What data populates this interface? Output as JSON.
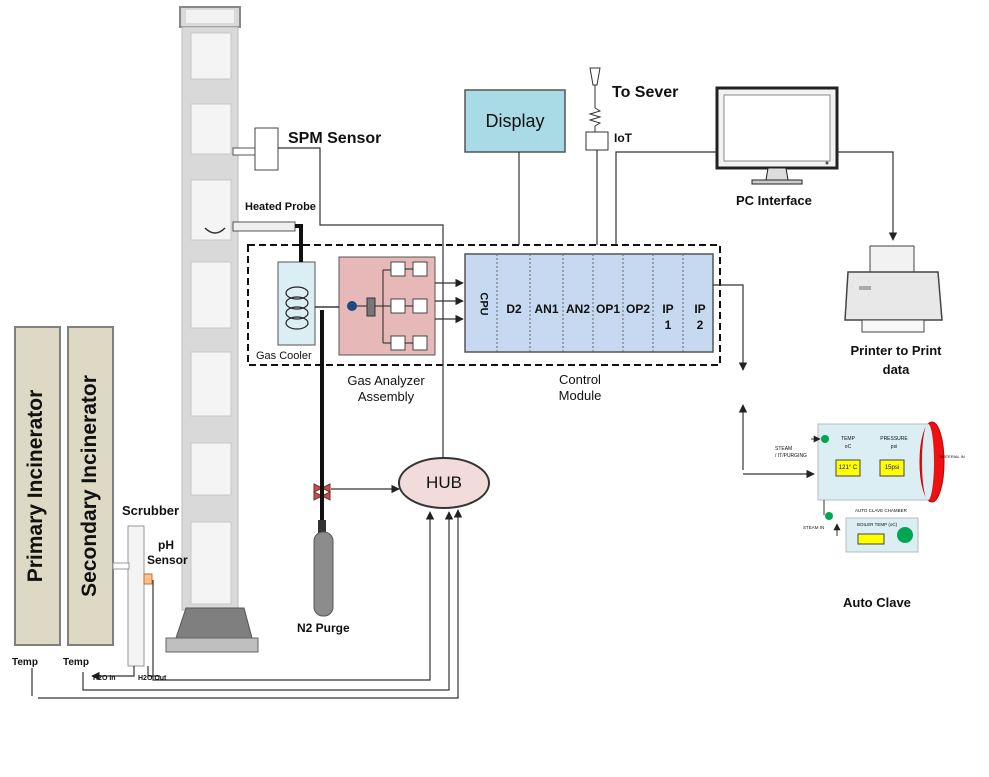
{
  "labels": {
    "spm_sensor": "SPM Sensor",
    "heated_probe": "Heated Probe",
    "display": "Display",
    "to_sever": "To Sever",
    "iot": "IoT",
    "pc_interface": "PC Interface",
    "printer_line1": "Printer to Print",
    "printer_line2": "data",
    "gas_cooler": "Gas  Cooler",
    "gas_analyzer_line1": "Gas Analyzer",
    "gas_analyzer_line2": "Assembly",
    "control_module_line1": "Control",
    "control_module_line2": "Module",
    "hub": "HUB",
    "n2_purge": "N2 Purge",
    "scrubber": "Scrubber",
    "ph_line1": "pH",
    "ph_line2": "Sensor",
    "primary_incinerator": "Primary Incinerator",
    "secondary_incinerator": "Secondary Incinerator",
    "temp_primary": "Temp",
    "temp_secondary": "Temp",
    "h2o_in": "H2O In",
    "h2o_out": "H2O Out",
    "auto_clave": "Auto Clave"
  },
  "control_module": {
    "cpu": "CPU",
    "channels": [
      "D2",
      "AN1",
      "AN2",
      "OP1",
      "OP2"
    ],
    "ip1": [
      "IP",
      "1"
    ],
    "ip2": [
      "IP",
      "2"
    ]
  },
  "autoclave": {
    "steam_purging_line1": "STEAM",
    "steam_purging_line2": "/ IT/PURGING",
    "temp_label_line1": "TEMP",
    "temp_label_line2": "oC",
    "pressure_label_line1": "PRESSURE",
    "pressure_label_line2": "psi",
    "temp_value": "121° C",
    "pressure_value": "15psi",
    "material_in": "MATERIAL IN",
    "chamber": "AUTO CLAVE CHAMBER",
    "steam_in": "STEAM IN",
    "boiler_temp": "BOILER TEMP (oC)"
  },
  "colors": {
    "display_fill": "#a9dbe6",
    "control_fill": "#c6d9f1",
    "analyzer_fill": "#e6b9b8",
    "incinerator_fill": "#ddd9c4",
    "autoclave_fill": "#dbeef4",
    "readout_fill": "#ffff00",
    "status_green": "#00a651",
    "door_red": "#ee1111",
    "chimney_gray": "#d9d9d9",
    "base_gray": "#7f7f7f"
  }
}
